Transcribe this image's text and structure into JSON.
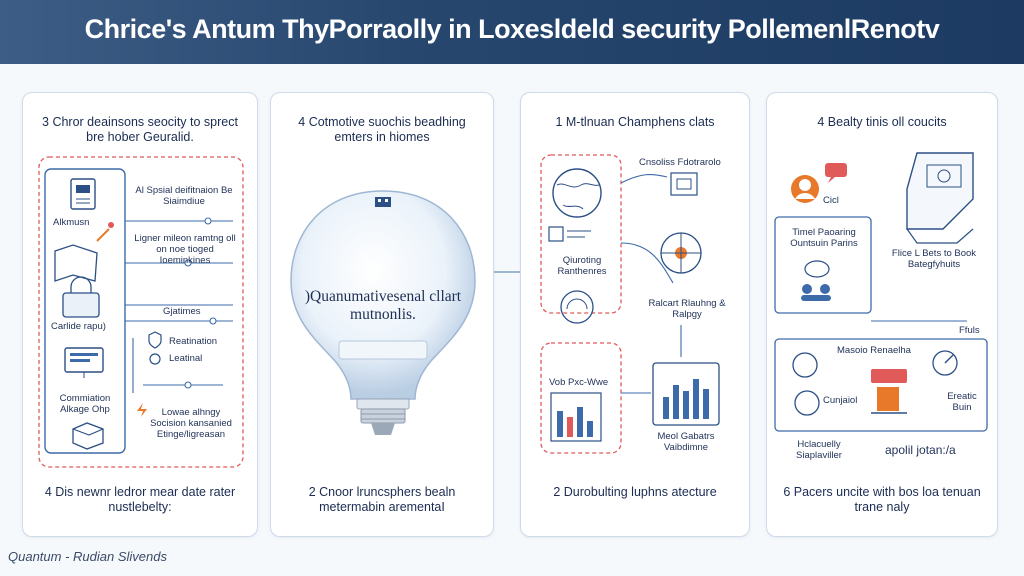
{
  "banner": {
    "title": "Chrice's Antum ThyPorraolly in Loxesldeld security PollemenlRenotv"
  },
  "panels": [
    {
      "title": "3 Chror deainsons seocity to sprect bre hober Geuralid.",
      "labels": [
        "Alkmusn",
        "Al Spsial deifitnaion Be Siaimdiue",
        "Ligner mileon ramtng oll on noe tioged Ioeminkines",
        "Carlide rapu)",
        "Gjatimes",
        "Reatination",
        "Leatinal",
        "Commiation Alkage Ohp",
        "Lowae alhngy Socision kansanied Etinge/ligreasan"
      ],
      "footer": "4 Dis newnr ledror mear date rater nustlebelty:"
    },
    {
      "title": "4 Cotmotive suochis beadhing emters in hiomes",
      "bulb_text": ")Quanumativesenal cllart mutnonlis.",
      "footer": "2 Cnoor lruncsphers bealn metermabin arementaI"
    },
    {
      "title": "1 M-tlnuan Champhens clats",
      "labels": [
        "Cnsoliss Fdotrarolo",
        "Qiuroting Ranthenres",
        "Ralcart Rlauhng & Ralpgy",
        "Vob Pxc-Wwe",
        "Meol Gabatrs Vaibdimne"
      ],
      "footer": "2 Durobulting luphns atecture"
    },
    {
      "title": "4 Bealty tinis oll coucits",
      "labels": [
        "Cicl",
        "Timel Paoaring Ountsuin Parins",
        "Flice L Bets to Book Bategfyhuits",
        "Ffuls",
        "Masoio Renaelha",
        "Cunjaiol",
        "Ereatic Buin",
        "Hclacuelly Siaplaviller",
        "apolil jotan:/a"
      ],
      "footer": "6 Pacers uncite with bos loa tenuan trane naly"
    }
  ],
  "footer": {
    "text": "Quantum - Rudian Slivends"
  },
  "colors": {
    "banner": "#27476f",
    "accent": "#e05a5a",
    "line": "#3d6aa8",
    "orange": "#e8782a"
  }
}
